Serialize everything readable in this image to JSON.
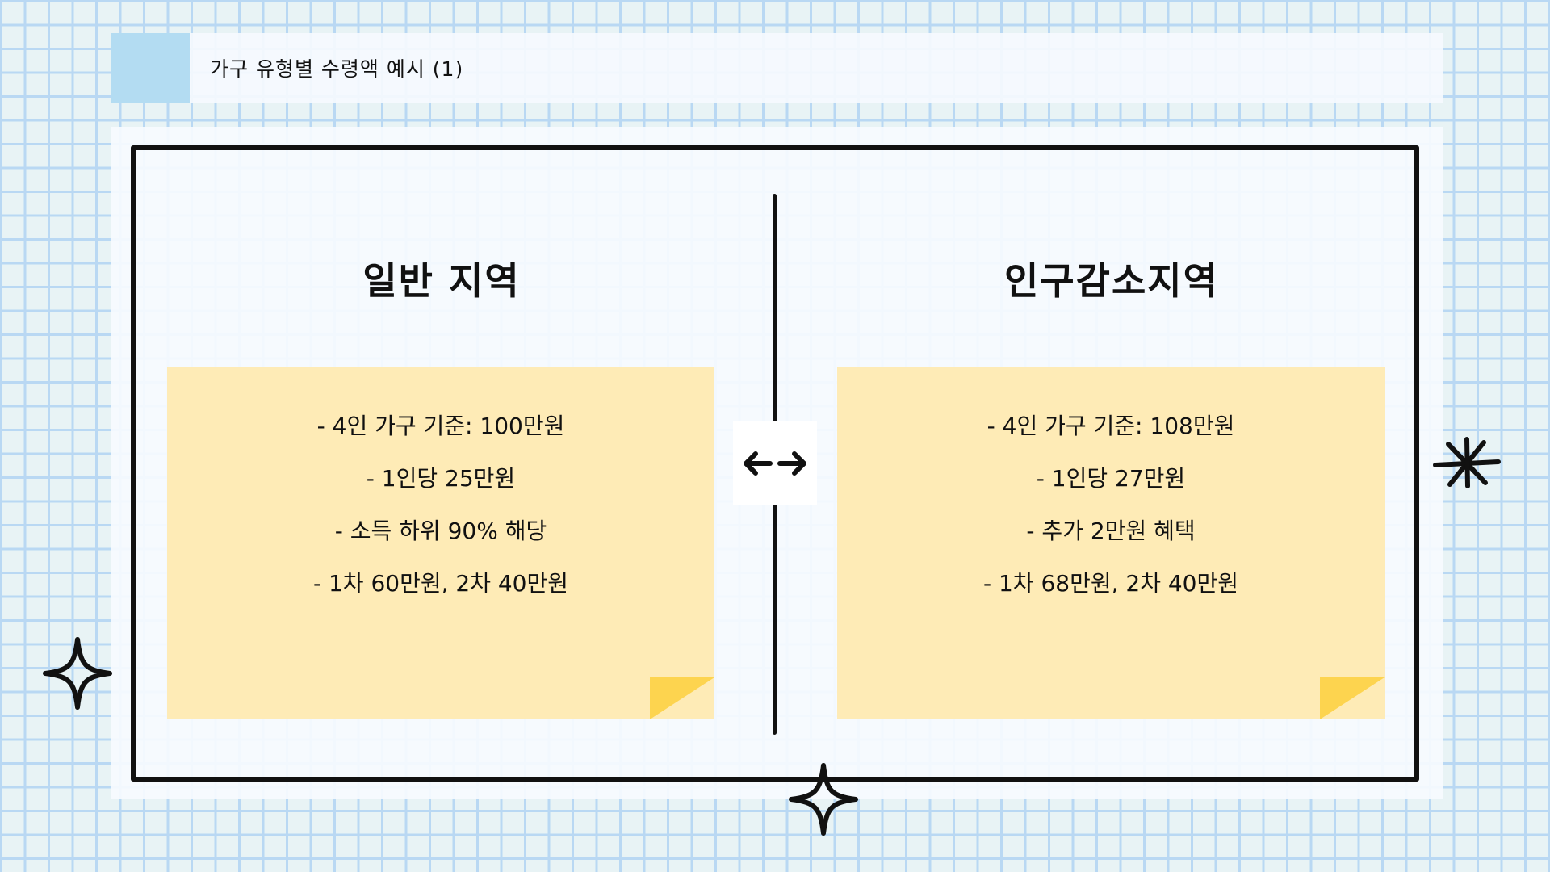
{
  "header": {
    "title": "가구 유형별 수령액 예시 (1)",
    "swatch_color": "#b3dcf2"
  },
  "left": {
    "heading": "일반 지역",
    "items": [
      "- 4인 가구 기준: 100만원",
      "- 1인당 25만원",
      "- 소득 하위 90% 해당",
      "- 1차 60만원, 2차 40만원"
    ]
  },
  "right": {
    "heading": "인구감소지역",
    "items": [
      "- 4인 가구 기준: 108만원",
      "- 1인당 27만원",
      "- 추가 2만원 혜택",
      "- 1차 68만원, 2차 40만원"
    ]
  },
  "center": {
    "icon": "double-arrow-icon"
  },
  "colors": {
    "note": "#feebb6",
    "note_fold": "#fdd44f",
    "grid_line": "#b9d8f3",
    "background": "#e8f3f5",
    "ink": "#111111"
  },
  "decorations": {
    "icons": [
      "sparkle-icon",
      "sparkle-icon",
      "asterisk-icon"
    ]
  }
}
